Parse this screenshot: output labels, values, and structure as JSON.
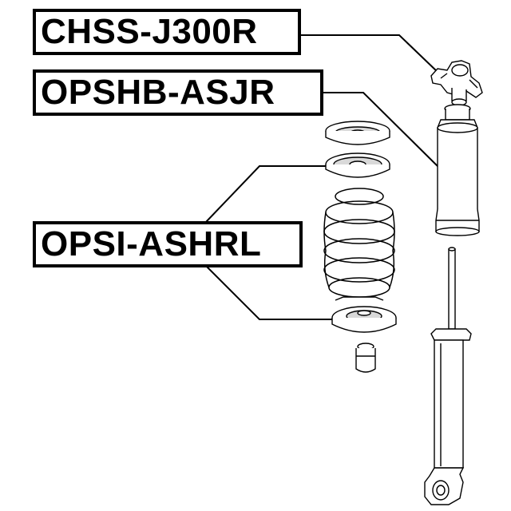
{
  "labels": {
    "top_mount": "CHSS-J300R",
    "bump_stop_boot": "OPSHB-ASJR",
    "spring_insulator": "OPSI-ASHRL"
  },
  "colors": {
    "line": "#000000",
    "background": "#ffffff",
    "part_fill": "#ffffff",
    "shade": "#d9d9d9"
  }
}
